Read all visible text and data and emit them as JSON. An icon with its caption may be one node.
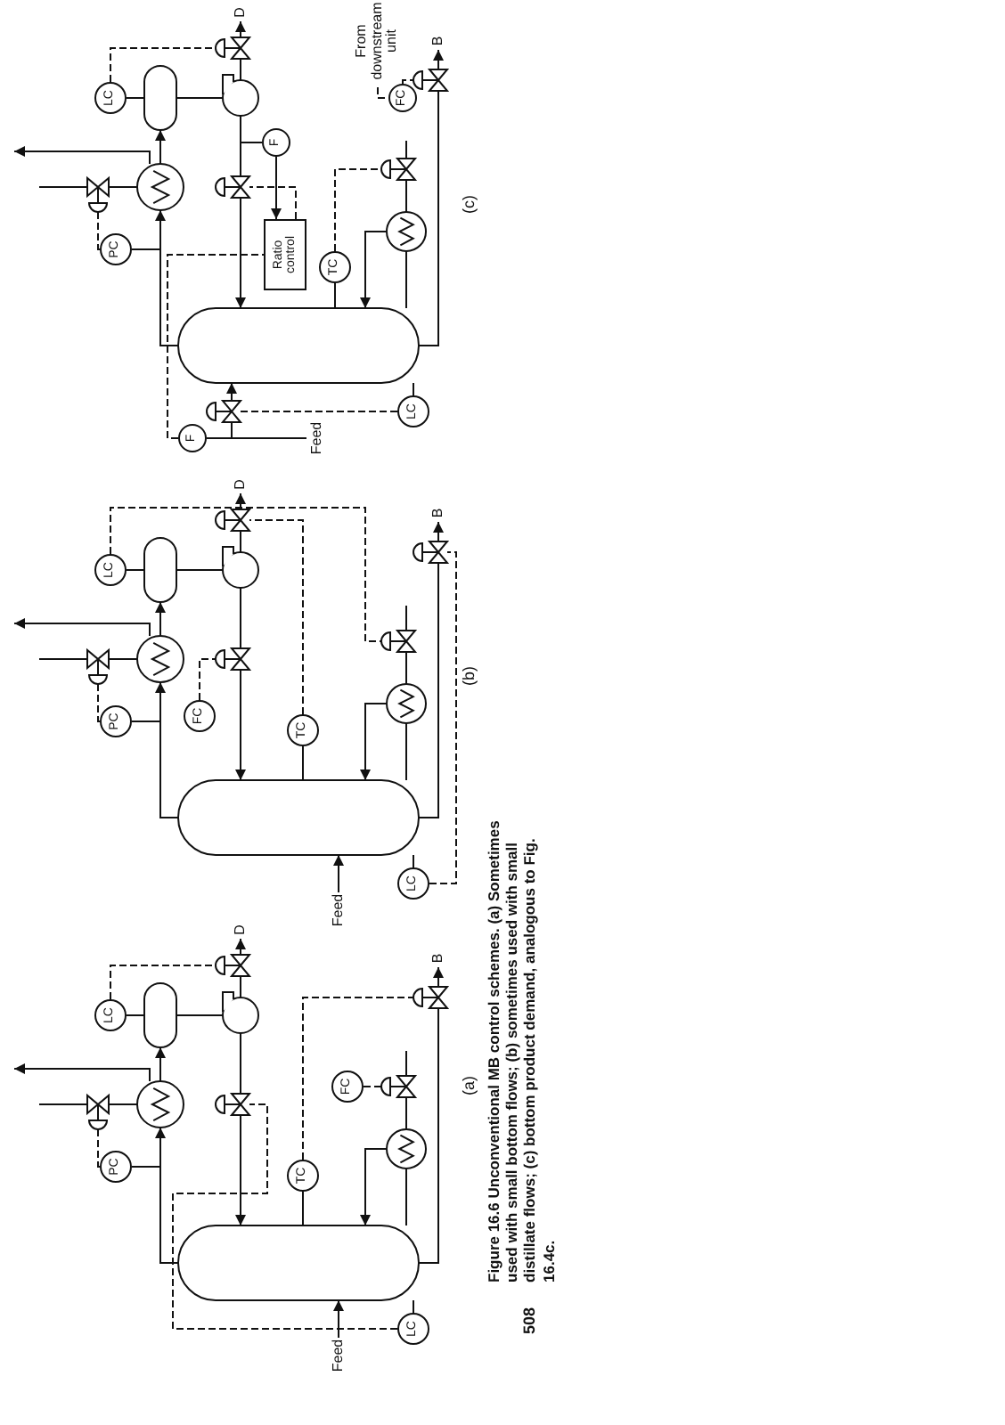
{
  "diagram": {
    "caption": "Figure 16.6 Unconventional MB control schemes. (a) Sometimes used with small bottom flows; (b) sometimes used with small distillate flows; (c) bottom product demand, analogous to Fig. 16.4c.",
    "nodes": [
      {
        "text": [],
        "shape": "cylinder"
      },
      {
        "text": [],
        "shape": "cylinder"
      },
      {
        "text": [
          "PC"
        ]
      },
      {
        "text": [],
        "shape": "exchanger"
      },
      {
        "text": [],
        "shape": "exchanger"
      },
      {
        "text": [],
        "shape": "valve"
      },
      {
        "text": [],
        "shape": "valve"
      },
      {
        "text": [],
        "shape": "valve"
      },
      {
        "text": [],
        "shape": "valve"
      },
      {
        "text": [],
        "shape": "valve"
      },
      {
        "text": [],
        "shape": "valve"
      },
      {
        "text": [],
        "shape": "pump"
      },
      {
        "text": [
          "LC"
        ]
      },
      {
        "text": [
          "Ratio control"
        ]
      },
      {
        "text": [
          "F"
        ]
      },
      {
        "text": [
          "D"
        ]
      },
      {
        "text": [
          "TC"
        ]
      },
      {
        "text": [
          "B"
        ]
      },
      {
        "text": [
          "FC"
        ]
      },
      {
        "text": [
          "From downstream unit"
        ]
      },
      {
        "text": [
          "LC"
        ]
      },
      {
        "text": [
          "Feed"
        ]
      },
      {
        "text": [
          "F"
        ]
      },
      {
        "text": [],
        "shape": "cylinder"
      },
      {
        "text": [],
        "shape": "cylinder"
      },
      {
        "text": [
          "PC"
        ]
      },
      {
        "text": [],
        "shape": "exchanger"
      },
      {
        "text": [],
        "shape": "exchanger"
      },
      {
        "text": [],
        "shape": "valve"
      },
      {
        "text": [],
        "shape": "valve"
      },
      {
        "text": [],
        "shape": "valve"
      },
      {
        "text": [],
        "shape": "valve"
      },
      {
        "text": [],
        "shape": "valve"
      },
      {
        "text": [],
        "shape": "pump"
      },
      {
        "text": [
          "LC"
        ]
      },
      {
        "text": [
          "FC"
        ]
      },
      {
        "text": [
          "D"
        ]
      },
      {
        "text": [
          "TC"
        ]
      },
      {
        "text": [
          "B"
        ]
      },
      {
        "text": [
          "LC"
        ]
      },
      {
        "text": [
          "Feed"
        ]
      },
      {
        "text": [],
        "shape": "cylinder"
      },
      {
        "text": [],
        "shape": "cylinder"
      },
      {
        "text": [
          "PC"
        ]
      },
      {
        "text": [],
        "shape": "exchanger"
      },
      {
        "text": [],
        "shape": "exchanger"
      },
      {
        "text": [],
        "shape": "valve"
      },
      {
        "text": [],
        "shape": "valve"
      },
      {
        "text": [],
        "shape": "valve"
      },
      {
        "text": [],
        "shape": "valve"
      },
      {
        "text": [],
        "shape": "valve"
      },
      {
        "text": [],
        "shape": "pump"
      },
      {
        "text": [
          "LC"
        ]
      },
      {
        "text": [
          "D"
        ]
      },
      {
        "text": [
          "TC"
        ]
      },
      {
        "text": [
          "FC"
        ]
      },
      {
        "text": [
          "B"
        ]
      },
      {
        "text": [
          "LC"
        ]
      },
      {
        "text": [
          "Feed"
        ]
      }
    ],
    "edges": [
      {
        "from": 1,
        "to": 3,
        "arrow": "to"
      },
      {
        "from": 3,
        "to": 0,
        "arrow": "to"
      },
      {
        "from": 0,
        "to": 11,
        "arrow": "none"
      },
      {
        "from": 11,
        "to": 9,
        "arrow": "none"
      },
      {
        "from": 9,
        "to": 1,
        "arrow": "to"
      },
      {
        "from": 11,
        "to": 5,
        "arrow": "none"
      },
      {
        "from": 5,
        "to": 15,
        "arrow": "to"
      },
      {
        "from": 2,
        "to": null,
        "arrow": "none"
      },
      {
        "from": 2,
        "to": 8,
        "arrow": "none",
        "style": "dashed"
      },
      {
        "from": null,
        "to": 8,
        "arrow": "none"
      },
      {
        "from": 8,
        "to": 3,
        "arrow": "none"
      },
      {
        "from": 3,
        "to": null,
        "arrow": "to"
      },
      {
        "from": 12,
        "to": 0,
        "arrow": "none"
      },
      {
        "from": 12,
        "to": 5,
        "arrow": "none",
        "style": "dashed"
      },
      {
        "from": 14,
        "to": null,
        "arrow": "none"
      },
      {
        "from": 14,
        "to": 13,
        "arrow": "to"
      },
      {
        "from": 13,
        "to": 9,
        "arrow": "none",
        "style": "dashed"
      },
      {
        "from": 16,
        "to": 1,
        "arrow": "none"
      },
      {
        "from": 16,
        "to": 7,
        "arrow": "none",
        "style": "dashed"
      },
      {
        "from": 1,
        "to": 4,
        "arrow": "none"
      },
      {
        "from": 4,
        "to": 1,
        "arrow": "to"
      },
      {
        "from": null,
        "to": 7,
        "arrow": "none"
      },
      {
        "from": 7,
        "to": 4,
        "arrow": "none"
      },
      {
        "from": 1,
        "to": 6,
        "arrow": "none"
      },
      {
        "from": 6,
        "to": 17,
        "arrow": "to"
      },
      {
        "from": 19,
        "to": 18,
        "arrow": "none",
        "style": "dashed"
      },
      {
        "from": 18,
        "to": 6,
        "arrow": "none",
        "style": "dashed"
      },
      {
        "from": 20,
        "to": 1,
        "arrow": "none"
      },
      {
        "from": 20,
        "to": 10,
        "arrow": "none",
        "style": "dashed"
      },
      {
        "from": 21,
        "to": 10,
        "arrow": "none"
      },
      {
        "from": 10,
        "to": 1,
        "arrow": "to"
      },
      {
        "from": 22,
        "to": 10,
        "arrow": "none"
      },
      {
        "from": 22,
        "to": 13,
        "arrow": "none",
        "style": "dashed"
      },
      {
        "from": 24,
        "to": 26,
        "arrow": "to"
      },
      {
        "from": 26,
        "to": 23,
        "arrow": "to"
      },
      {
        "from": 23,
        "to": 33,
        "arrow": "none"
      },
      {
        "from": 33,
        "to": 32,
        "arrow": "none"
      },
      {
        "from": 32,
        "to": 24,
        "arrow": "to"
      },
      {
        "from": 33,
        "to": 28,
        "arrow": "none"
      },
      {
        "from": 28,
        "to": 36,
        "arrow": "to"
      },
      {
        "from": 25,
        "to": null,
        "arrow": "none"
      },
      {
        "from": 25,
        "to": 31,
        "arrow": "none",
        "style": "dashed"
      },
      {
        "from": null,
        "to": 31,
        "arrow": "none"
      },
      {
        "from": 31,
        "to": 26,
        "arrow": "none"
      },
      {
        "from": 26,
        "to": null,
        "arrow": "to"
      },
      {
        "from": 34,
        "to": 23,
        "arrow": "none"
      },
      {
        "from": 35,
        "to": 32,
        "arrow": "none",
        "style": "dashed"
      },
      {
        "from": 34,
        "to": 30,
        "arrow": "none",
        "style": "dashed"
      },
      {
        "from": 37,
        "to": 24,
        "arrow": "none"
      },
      {
        "from": 37,
        "to": 28,
        "arrow": "none",
        "style": "dashed"
      },
      {
        "from": 24,
        "to": 27,
        "arrow": "none"
      },
      {
        "from": 27,
        "to": 24,
        "arrow": "to"
      },
      {
        "from": null,
        "to": 30,
        "arrow": "none"
      },
      {
        "from": 30,
        "to": 27,
        "arrow": "none"
      },
      {
        "from": 24,
        "to": 29,
        "arrow": "none"
      },
      {
        "from": 29,
        "to": 38,
        "arrow": "to"
      },
      {
        "from": 39,
        "to": 24,
        "arrow": "none"
      },
      {
        "from": 39,
        "to": 29,
        "arrow": "none",
        "style": "dashed"
      },
      {
        "from": 40,
        "to": 24,
        "arrow": "to"
      },
      {
        "from": 42,
        "to": 44,
        "arrow": "to"
      },
      {
        "from": 44,
        "to": 41,
        "arrow": "to"
      },
      {
        "from": 41,
        "to": 51,
        "arrow": "none"
      },
      {
        "from": 51,
        "to": 50,
        "arrow": "none"
      },
      {
        "from": 50,
        "to": 42,
        "arrow": "to"
      },
      {
        "from": 51,
        "to": 46,
        "arrow": "none"
      },
      {
        "from": 46,
        "to": 53,
        "arrow": "to"
      },
      {
        "from": 43,
        "to": null,
        "arrow": "none"
      },
      {
        "from": 43,
        "to": 49,
        "arrow": "none",
        "style": "dashed"
      },
      {
        "from": null,
        "to": 49,
        "arrow": "none"
      },
      {
        "from": 49,
        "to": 44,
        "arrow": "none"
      },
      {
        "from": 44,
        "to": null,
        "arrow": "to"
      },
      {
        "from": 52,
        "to": 41,
        "arrow": "none"
      },
      {
        "from": 52,
        "to": 46,
        "arrow": "none",
        "style": "dashed"
      },
      {
        "from": 54,
        "to": 42,
        "arrow": "none"
      },
      {
        "from": 42,
        "to": 45,
        "arrow": "none"
      },
      {
        "from": 45,
        "to": 42,
        "arrow": "to"
      },
      {
        "from": null,
        "to": 48,
        "arrow": "none"
      },
      {
        "from": 48,
        "to": 45,
        "arrow": "none"
      },
      {
        "from": 55,
        "to": 48,
        "arrow": "none",
        "style": "dashed"
      },
      {
        "from": 54,
        "to": 47,
        "arrow": "none",
        "style": "dashed"
      },
      {
        "from": 42,
        "to": 47,
        "arrow": "none"
      },
      {
        "from": 47,
        "to": 56,
        "arrow": "to"
      },
      {
        "from": 57,
        "to": 42,
        "arrow": "none"
      },
      {
        "from": 57,
        "to": 50,
        "arrow": "none",
        "style": "dashed"
      },
      {
        "from": 58,
        "to": 42,
        "arrow": "to"
      }
    ],
    "labels": [
      "(a)",
      "(b)",
      "(c)",
      "508"
    ]
  }
}
